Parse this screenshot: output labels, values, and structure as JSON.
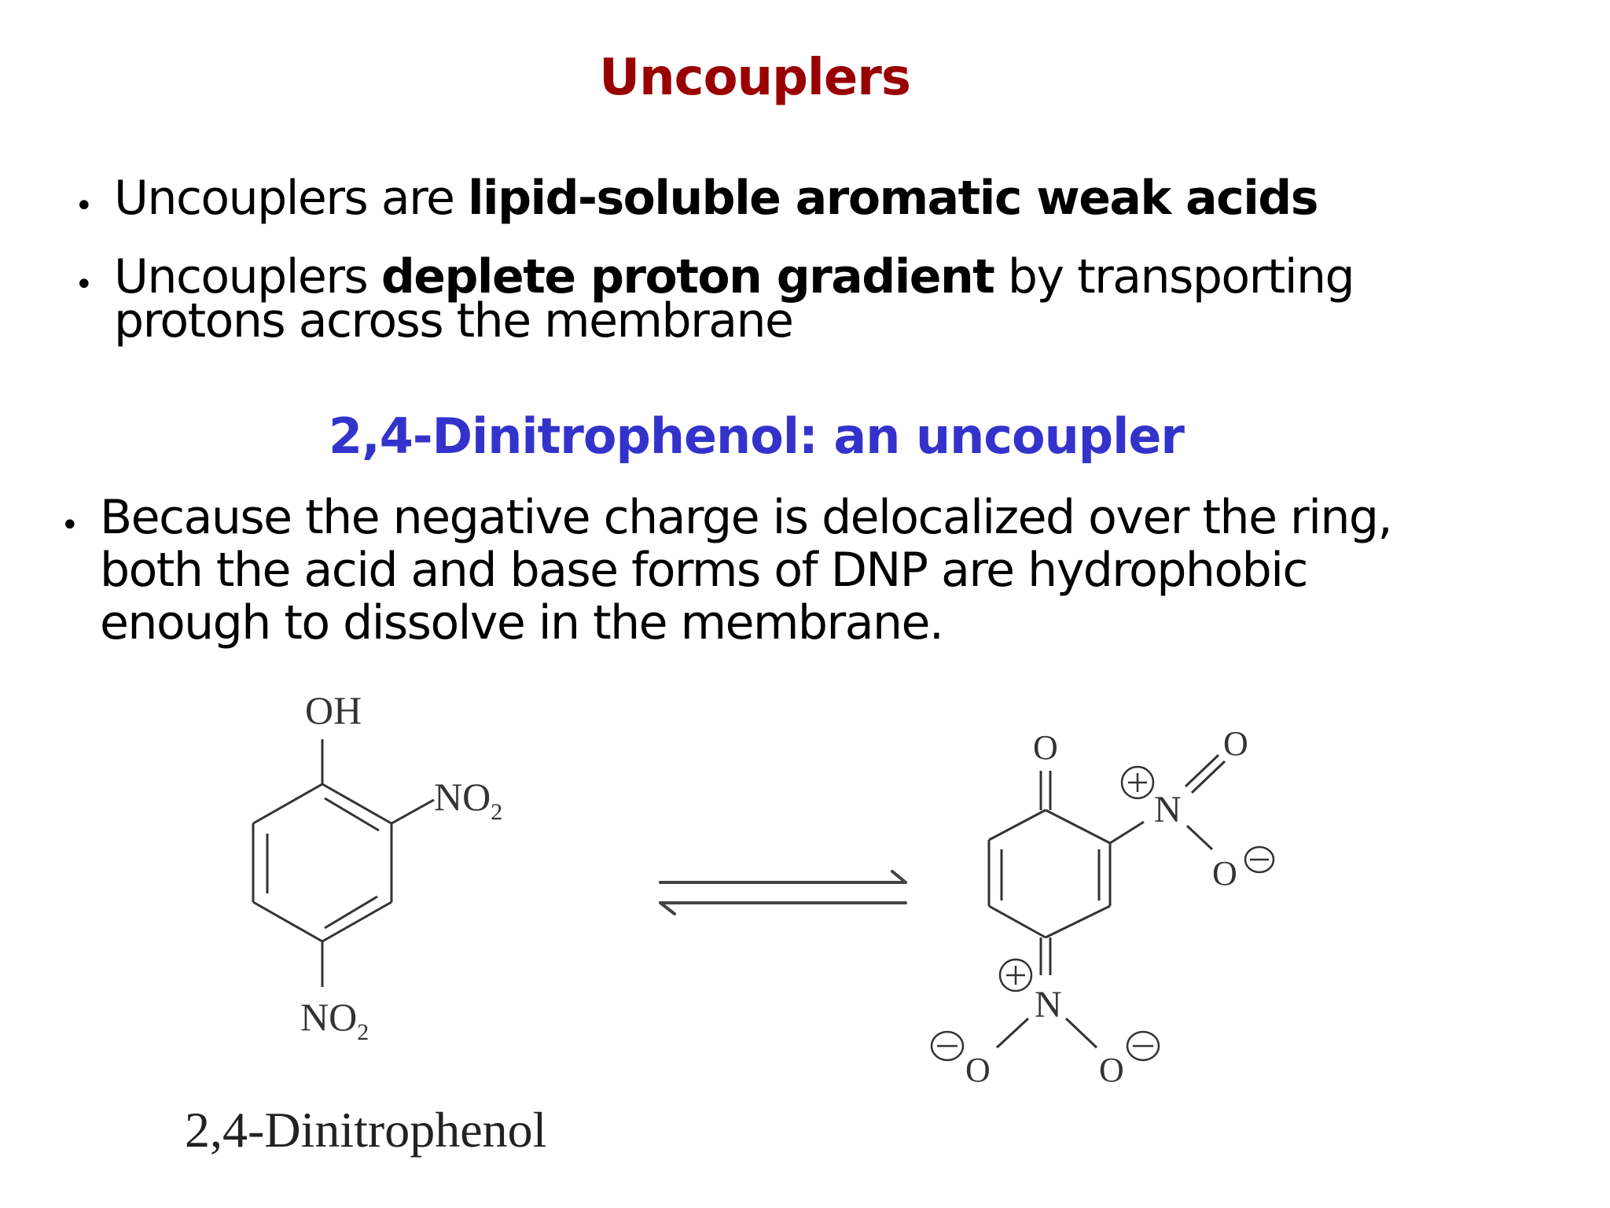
{
  "slide": {
    "title": "Uncouplers",
    "title_color": "#990000",
    "bullets": [
      {
        "parts": [
          {
            "text": "Uncouplers are ",
            "bold": false
          },
          {
            "text": "lipid-soluble aromatic weak acids",
            "bold": true
          }
        ]
      },
      {
        "parts": [
          {
            "text": "Uncouplers ",
            "bold": false
          },
          {
            "text": "deplete proton gradient",
            "bold": true
          },
          {
            "text": " by transporting",
            "bold": false
          }
        ],
        "continuation": "protons across the membrane"
      }
    ],
    "subtitle": "2,4-Dinitrophenol: an uncoupler",
    "subtitle_color": "#3333cc",
    "bullet3": {
      "lines": [
        "Because the negative charge is delocalized over the ring,",
        "both the acid and base forms of DNP are hydrophobic",
        "enough to dissolve in the membrane."
      ]
    },
    "bullet_glyph": "•"
  },
  "figure": {
    "acid_form": {
      "substituent_top": "OH",
      "substituent_right": "NO",
      "substituent_right_sub": "2",
      "substituent_bottom": "NO",
      "substituent_bottom_sub": "2",
      "caption": "2,4-Dinitrophenol"
    },
    "equilibrium_arrow": "equilibrium-arrows",
    "base_form": {
      "carbonyl_o": "O",
      "nitro1_n": "N",
      "nitro1_charge": "+",
      "nitro1_o_double": "O",
      "nitro1_o_single": "O",
      "nitro1_o_single_charge": "−",
      "nitro2_n": "N",
      "nitro2_charge": "+",
      "nitro2_o_left": "O",
      "nitro2_o_left_charge": "−",
      "nitro2_o_right": "O",
      "nitro2_o_right_charge": "−"
    }
  }
}
